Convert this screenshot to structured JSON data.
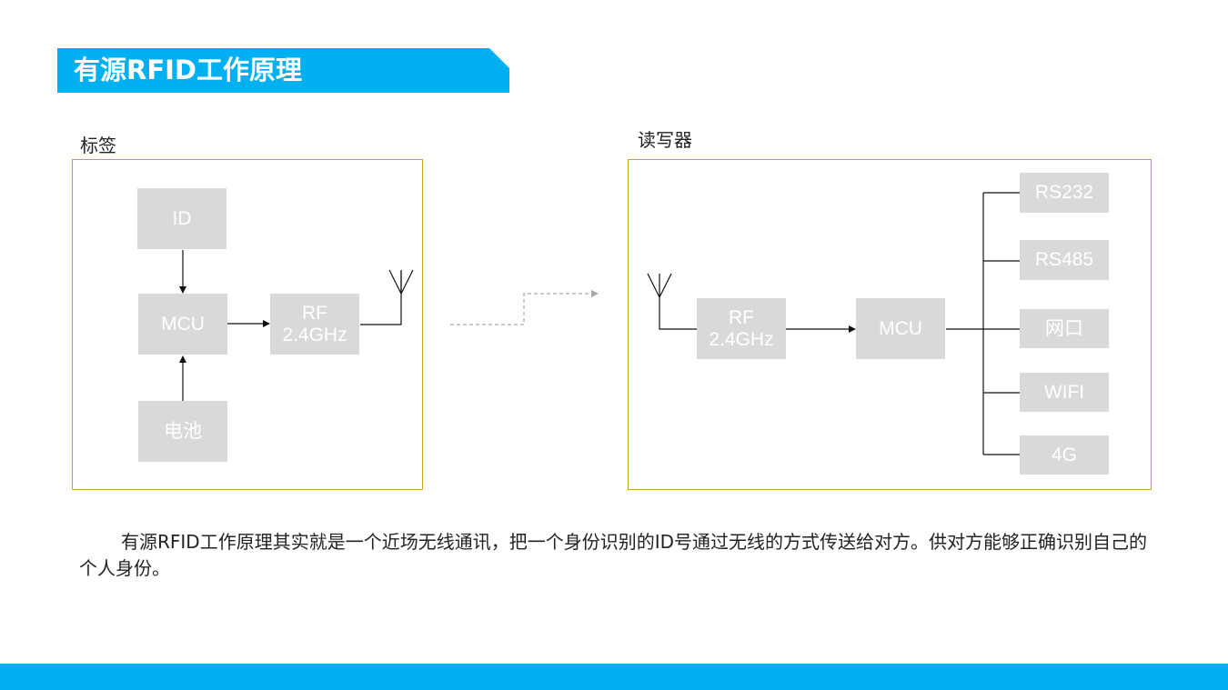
{
  "title": "有源RFID工作原理",
  "tag": {
    "label": "标签",
    "blocks": {
      "id": "ID",
      "mcu": "MCU",
      "rf_line1": "RF",
      "rf_line2": "2.4GHz",
      "battery": "电池"
    }
  },
  "reader": {
    "label": "读写器",
    "blocks": {
      "rf_line1": "RF",
      "rf_line2": "2.4GHz",
      "mcu": "MCU"
    },
    "interfaces": [
      "RS232",
      "RS485",
      "网口",
      "WIFI",
      "4G"
    ]
  },
  "description": "有源RFID工作原理其实就是一个近场无线通讯，把一个身份识别的ID号通过无线的方式传送给对方。供对方能够正确识别自己的个人身份。",
  "colors": {
    "accent": "#00b0f0",
    "frame_border": "#c9a227",
    "block_fill": "#d9d9d9",
    "block_text": "#ffffff"
  },
  "icons": {
    "tag_antenna": "antenna-icon",
    "reader_antenna": "antenna-icon"
  }
}
